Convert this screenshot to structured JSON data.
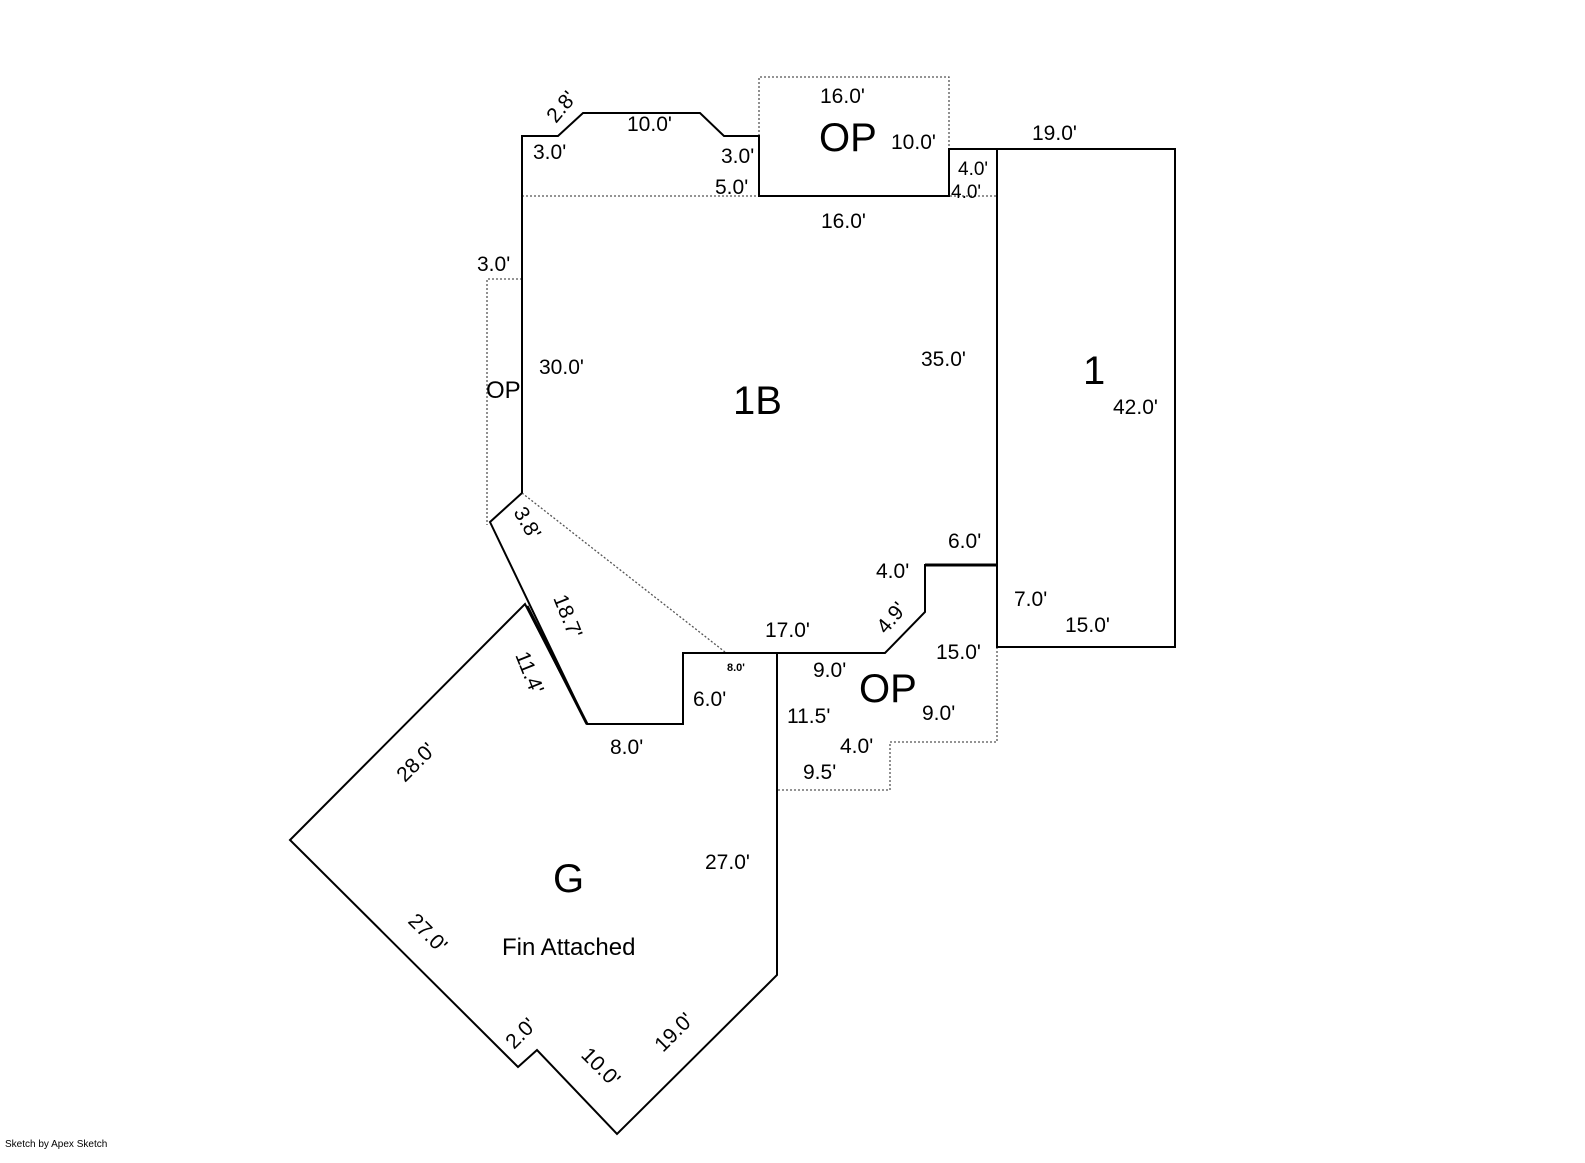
{
  "areas": {
    "main": "1B",
    "unit_1": "1",
    "garage": "G",
    "garage_desc": "Fin Attached",
    "porch_top": "OP",
    "porch_left": "OP",
    "porch_bottom": "OP"
  },
  "dimensions": {
    "top_2_8": "2.8'",
    "top_10": "10.0'",
    "top_3a": "3.0'",
    "top_3b": "3.0'",
    "top_5": "5.0'",
    "op_top_16": "16.0'",
    "op_top_10": "10.0'",
    "r_4a": "4.0'",
    "r_4b": "4.0'",
    "b_16": "16.0'",
    "u1_19": "19.0'",
    "u1_42": "42.0'",
    "u1_7": "7.0'",
    "u1_15": "15.0'",
    "l_3": "3.0'",
    "l_30": "30.0'",
    "r_35": "35.0'",
    "d_3_8": "3.8'",
    "d_18_7": "18.7'",
    "d_11_4": "11.4'",
    "s_6a": "6.0'",
    "s_4": "4.0'",
    "s_4_9": "4.9'",
    "s_17": "17.0'",
    "s_8_small": "8.0'",
    "s_6b": "6.0'",
    "s_8": "8.0'",
    "op_9a": "9.0'",
    "op_9b": "9.0'",
    "op_15": "15.0'",
    "op_11_5": "11.5'",
    "op_4": "4.0'",
    "op_9_5": "9.5'",
    "g_28": "28.0'",
    "g_27a": "27.0'",
    "g_27b": "27.0'",
    "g_2": "2.0'",
    "g_10": "10.0'",
    "g_19": "19.0'"
  },
  "credit": "Sketch by Apex Sketch"
}
